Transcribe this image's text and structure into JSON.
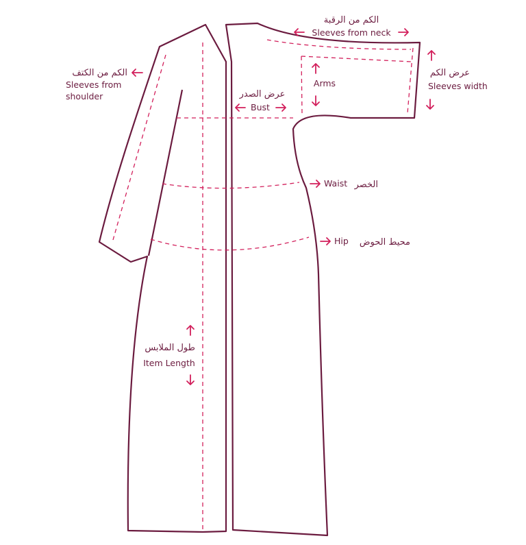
{
  "colors": {
    "garment": "#6b1b3f",
    "guide": "#d21f5b",
    "text": "#6b1b3f",
    "background": "#ffffff"
  },
  "labels": {
    "sleeves_from_neck": {
      "ar": "الكم من الرقبة",
      "en": "Sleeves from neck"
    },
    "sleeves_from_shoulder": {
      "ar": "الكم من الكتف",
      "en": "Sleeves from",
      "en2": "shoulder"
    },
    "sleeves_width": {
      "ar": "عرض الكم",
      "en": "Sleeves width"
    },
    "arms": {
      "en": "Arms"
    },
    "bust": {
      "ar": "عرض الصدر",
      "en": "Bust"
    },
    "waist": {
      "ar": "الخصر",
      "en": "Waist"
    },
    "hip": {
      "ar": "محيط الحوض",
      "en": "Hip"
    },
    "item_length": {
      "ar": "طول الملابس",
      "en": "Item Length"
    }
  }
}
